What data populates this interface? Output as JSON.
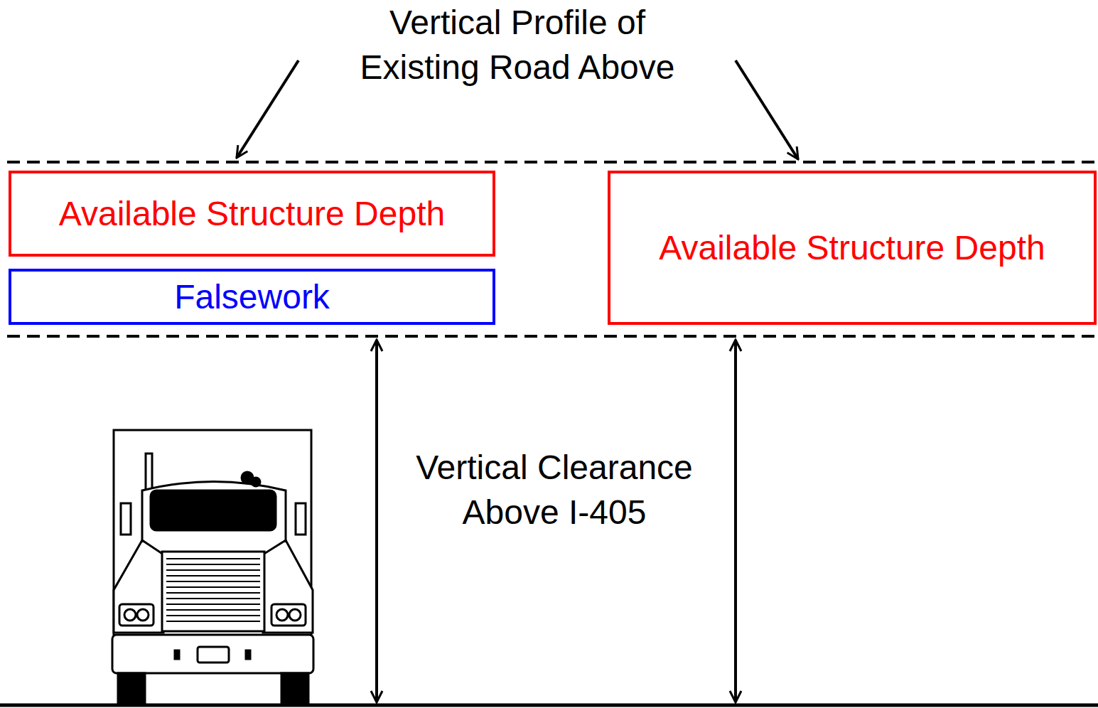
{
  "diagram": {
    "nodes": [
      {
        "text": [
          "Available Structure Depth"
        ]
      },
      {
        "text": [
          "Falsework"
        ]
      },
      {
        "text": [
          "Available Structure Depth"
        ]
      }
    ],
    "labels": [
      "Vertical Profile of Existing Road Above",
      "Vertical Clearance Above I-405"
    ]
  }
}
